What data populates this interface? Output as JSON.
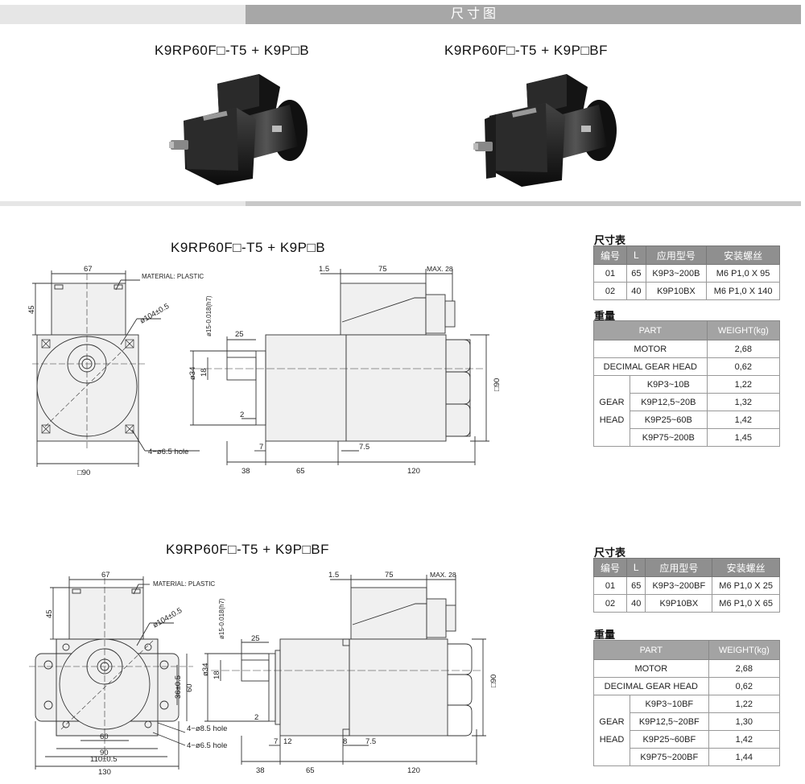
{
  "header": {
    "title": "尺寸图"
  },
  "top": {
    "left_model": "K9RP60F□-T5 + K9P□B",
    "right_model": "K9RP60F□-T5 + K9P□BF"
  },
  "section1": {
    "title": "K9RP60F□-T5 + K9P□B",
    "dims": {
      "d67": "67",
      "d45": "45",
      "material": "MATERIAL: PLASTIC",
      "dia104": "ø104±0.5",
      "hole": "4−ø6.5 hole",
      "sq90": "□90",
      "d25": "25",
      "d34": "ø34",
      "d18": "18",
      "d2": "2",
      "d7": "7",
      "d38": "38",
      "d65": "65",
      "d120": "120",
      "d1_5": "1.5",
      "d75": "75",
      "max28": "MAX. 28",
      "d7_5": "7.5",
      "sq90v": "□90",
      "shaft": "ø15-0.018(h7)"
    },
    "size_table": {
      "title": "尺寸表",
      "headers": [
        "编号",
        "L",
        "应用型号",
        "安装螺丝"
      ],
      "rows": [
        [
          "01",
          "65",
          "K9P3~200B",
          "M6 P1,0 X 95"
        ],
        [
          "02",
          "40",
          "K9P10BX",
          "M6 P1,0 X 140"
        ]
      ]
    },
    "weight_table": {
      "title": "重量",
      "headers": [
        "PART",
        "WEIGHT(kg)"
      ],
      "motor": [
        "MOTOR",
        "2,68"
      ],
      "decimal": [
        "DECIMAL GEAR HEAD",
        "0,62"
      ],
      "gear_label_1": "GEAR",
      "gear_label_2": "HEAD",
      "gear_rows": [
        [
          "K9P3~10B",
          "1,22"
        ],
        [
          "K9P12,5~20B",
          "1,32"
        ],
        [
          "K9P25~60B",
          "1,42"
        ],
        [
          "K9P75~200B",
          "1,45"
        ]
      ]
    }
  },
  "section2": {
    "title": "K9RP60F□-T5 + K9P□BF",
    "dims": {
      "d67": "67",
      "d45": "45",
      "material": "MATERIAL: PLASTIC",
      "dia104": "ø104±0.5",
      "hole85": "4−ø8.5 hole",
      "hole65": "4−ø6.5 hole",
      "d60": "60",
      "d90": "90",
      "d110": "110±0.5",
      "d130": "130",
      "d36": "36±0.5",
      "d60v": "60",
      "d25": "25",
      "d34": "ø34",
      "d18": "18",
      "d2": "2",
      "d7": "7",
      "d12": "12",
      "d38": "38",
      "d65": "65",
      "d120": "120",
      "d8": "8",
      "d7_5": "7.5",
      "d1_5": "1.5",
      "d75": "75",
      "max28": "MAX. 28",
      "sq90v": "□90",
      "shaft": "ø15-0.018(h7)"
    },
    "size_table": {
      "title": "尺寸表",
      "headers": [
        "编号",
        "L",
        "应用型号",
        "安装螺丝"
      ],
      "rows": [
        [
          "01",
          "65",
          "K9P3~200BF",
          "M6 P1,0 X 25"
        ],
        [
          "02",
          "40",
          "K9P10BX",
          "M6 P1,0 X 65"
        ]
      ]
    },
    "weight_table": {
      "title": "重量",
      "headers": [
        "PART",
        "WEIGHT(kg)"
      ],
      "motor": [
        "MOTOR",
        "2,68"
      ],
      "decimal": [
        "DECIMAL GEAR HEAD",
        "0,62"
      ],
      "gear_label_1": "GEAR",
      "gear_label_2": "HEAD",
      "gear_rows": [
        [
          "K9P3~10BF",
          "1,22"
        ],
        [
          "K9P12,5~20BF",
          "1,30"
        ],
        [
          "K9P25~60BF",
          "1,42"
        ],
        [
          "K9P75~200BF",
          "1,44"
        ]
      ]
    }
  }
}
